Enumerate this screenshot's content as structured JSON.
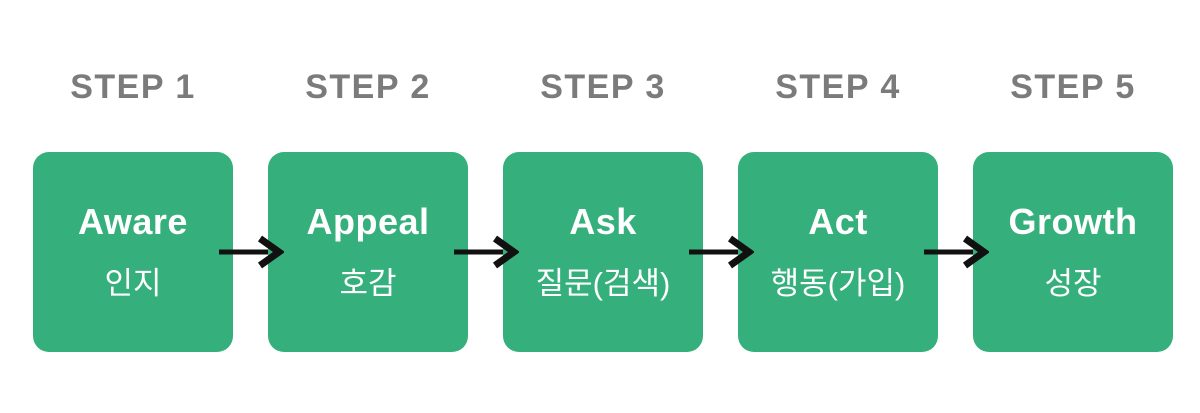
{
  "diagram": {
    "title_hint": "5-step funnel diagram",
    "steps": [
      {
        "step_label": "STEP 1",
        "title": "Aware",
        "subtitle": "인지"
      },
      {
        "step_label": "STEP 2",
        "title": "Appeal",
        "subtitle": "호감"
      },
      {
        "step_label": "STEP 3",
        "title": "Ask",
        "subtitle": "질문(검색)"
      },
      {
        "step_label": "STEP 4",
        "title": "Act",
        "subtitle": "행동(가입)"
      },
      {
        "step_label": "STEP 5",
        "title": "Growth",
        "subtitle": "성장"
      }
    ],
    "colors": {
      "box": "#35b07c",
      "step_label": "#7b7b7b",
      "arrow": "#111111",
      "box_text": "#ffffff",
      "background": "#ffffff"
    }
  }
}
